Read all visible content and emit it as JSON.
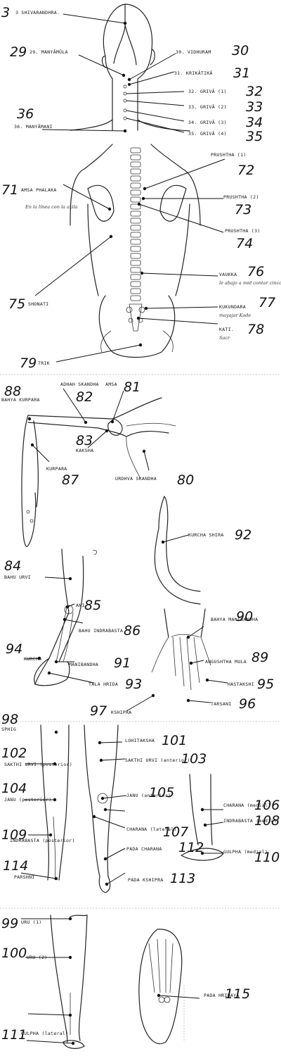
{
  "points": [
    {
      "num": "3",
      "label": "3 SHIVARANDHRA."
    },
    {
      "num": "29",
      "label": "29. MANYĀMŪLA"
    },
    {
      "num": "30",
      "label": "30. VIDHURAM"
    },
    {
      "num": "31",
      "label": "31. KRIKĀTIKĀ"
    },
    {
      "num": "32",
      "label": "32. GRIVĀ (1)"
    },
    {
      "num": "33",
      "label": "33. GRIVĀ (2)"
    },
    {
      "num": "34",
      "label": "34. GRIVĀ (3)"
    },
    {
      "num": "35",
      "label": "35. GRIVĀ (4)"
    },
    {
      "num": "36",
      "label": "36. MANYĀMANI"
    },
    {
      "num": "71",
      "label": "AMSA PHALAKA"
    },
    {
      "num": "72",
      "label": "PRUSHTHA (1)"
    },
    {
      "num": "73",
      "label": "PRUSHTHA (2)"
    },
    {
      "num": "74",
      "label": "PRUSHTHA (3)"
    },
    {
      "num": "75",
      "label": "SHONATI"
    },
    {
      "num": "76",
      "label": "VAUKKA"
    },
    {
      "num": "77",
      "label": "KUKUNDARA"
    },
    {
      "num": "78",
      "label": "KATI."
    },
    {
      "num": "79",
      "label": "TRIK"
    },
    {
      "num": "80",
      "label": "URDHVA SKANDHA"
    },
    {
      "num": "81",
      "label": "AMSA"
    },
    {
      "num": "82",
      "label": "ADHAH SKANDHA"
    },
    {
      "num": "83",
      "label": "KAKSHA"
    },
    {
      "num": "84",
      "label": "BAHU URVI"
    },
    {
      "num": "85",
      "label": "ANI"
    },
    {
      "num": "86",
      "label": "BAHU INDRABASTA"
    },
    {
      "num": "87",
      "label": "KURPARA"
    },
    {
      "num": "88",
      "label": "BAHYA KURPARA"
    },
    {
      "num": "89",
      "label": "ANGUSHTHA MULA"
    },
    {
      "num": "90",
      "label": "BAHYA MANIBANDHA"
    },
    {
      "num": "91",
      "label": "MANIBANDHA"
    },
    {
      "num": "92",
      "label": "KURCHA SHIRA"
    },
    {
      "num": "93",
      "label": "TALA HRIDA"
    },
    {
      "num": "94",
      "label": "KURCHA"
    },
    {
      "num": "95",
      "label": "HASTAKSHI"
    },
    {
      "num": "96",
      "label": "TARSANI"
    },
    {
      "num": "97",
      "label": "KSHIPRA"
    },
    {
      "num": "98",
      "label": "SPHIG"
    },
    {
      "num": "99",
      "label": "URU (1)"
    },
    {
      "num": "100",
      "label": "URU (2)"
    },
    {
      "num": "101",
      "label": "LOHITAKSHA"
    },
    {
      "num": "102",
      "label": "SAKTHI URVI (posterior)"
    },
    {
      "num": "103",
      "label": "SAKTHI URVI (anterior)"
    },
    {
      "num": "104",
      "label": "JANU (posterior)"
    },
    {
      "num": "105",
      "label": "JANU (anterior)"
    },
    {
      "num": "106",
      "label": "CHARANA (medial)"
    },
    {
      "num": "107",
      "label": "CHARANA (lateral)"
    },
    {
      "num": "108",
      "label": "INDRABASTA (medial)"
    },
    {
      "num": "109",
      "label": "INDRABASTA (posterior)"
    },
    {
      "num": "110",
      "label": "GULPHA (medial)"
    },
    {
      "num": "111",
      "label": "GULPHA (lateral)"
    },
    {
      "num": "112",
      "label": "PADA CHARANA"
    },
    {
      "num": "113",
      "label": "PADA KSHIPRA"
    },
    {
      "num": "114",
      "label": "PARSHNI"
    },
    {
      "num": "115",
      "label": "PADA HRIDAYA"
    }
  ],
  "notes": {
    "arm_line": "En la línea con la axila",
    "vaukka_note": "le abajo a mid contar cinco",
    "kukundara_note": "mayajar Kode",
    "kati_note": "Sacr"
  }
}
